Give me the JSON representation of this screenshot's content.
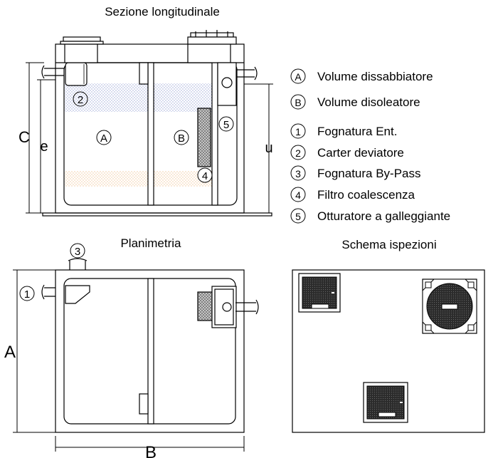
{
  "titles": {
    "section": "Sezione longitudinale",
    "plan": "Planimetria",
    "inspections": "Schema ispezioni"
  },
  "dimensions": {
    "C": "C",
    "e": "e",
    "u": "u",
    "A": "A",
    "B": "B"
  },
  "zones": {
    "A": "A",
    "B": "B"
  },
  "callouts": [
    "1",
    "2",
    "3",
    "4",
    "5"
  ],
  "legend": [
    {
      "key": "A",
      "text": "Volume dissabbiatore"
    },
    {
      "key": "B",
      "text": "Volume disoleatore"
    },
    {
      "key": "1",
      "text": "Fognatura Ent."
    },
    {
      "key": "2",
      "text": "Carter deviatore"
    },
    {
      "key": "3",
      "text": "Fognatura By-Pass"
    },
    {
      "key": "4",
      "text": "Filtro coalescenza"
    },
    {
      "key": "5",
      "text": "Otturatore a galleggiante"
    }
  ],
  "colors": {
    "line": "#000000",
    "oil_zone": "#9aa6d6",
    "sand_zone": "#f0c79a",
    "cover": "#2b2b2b",
    "filter": "#8c8c8c"
  }
}
